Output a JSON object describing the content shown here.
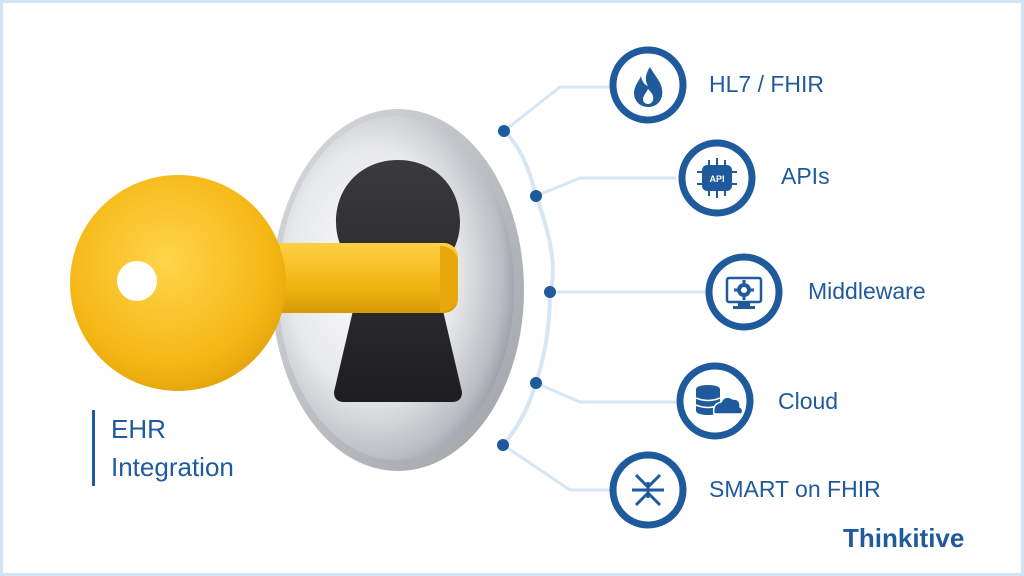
{
  "title": {
    "line1": "EHR",
    "line2": "Integration"
  },
  "items": [
    {
      "label": "HL7 / FHIR",
      "icon": "flame-icon"
    },
    {
      "label": "APIs",
      "icon": "api-chip-icon"
    },
    {
      "label": "Middleware",
      "icon": "monitor-gear-icon"
    },
    {
      "label": "Cloud",
      "icon": "database-cloud-icon"
    },
    {
      "label": "SMART on FHIR",
      "icon": "smart-fhir-icon"
    }
  ],
  "brand": {
    "name": "Thinkitive"
  },
  "colors": {
    "primary": "#1f5a9c",
    "connector": "#d6e6f5",
    "key_gold": "#f2bd1d",
    "lock_silver": "#e9ebee",
    "keyhole": "#2b2b2e"
  }
}
